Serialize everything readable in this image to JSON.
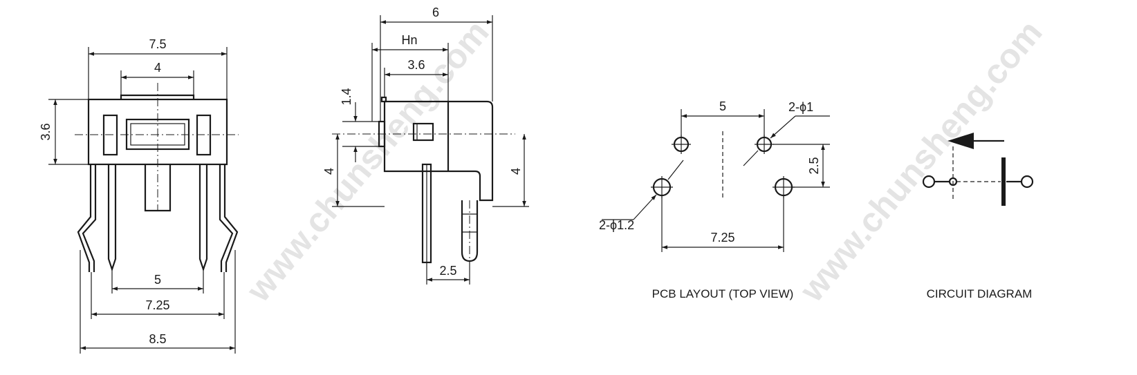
{
  "watermark": "www.chunsheng.com",
  "front_view": {
    "dim_width_total": "7.5",
    "dim_actuator_width": "4",
    "dim_height": "3.6",
    "dim_pin_pitch_inner": "5",
    "dim_pin_pitch_outer": "7.25",
    "dim_overall_width": "8.5"
  },
  "side_view": {
    "dim_depth": "6",
    "dim_actuator_travel": "Hn",
    "dim_body_offset": "3.6",
    "dim_actuator_height": "1.4",
    "dim_left_height": "4",
    "dim_right_height": "4",
    "dim_pin_spacing": "2.5"
  },
  "pcb_layout": {
    "dim_hole_pitch_top": "5",
    "dim_small_hole": "2-ϕ1",
    "dim_row_offset": "2.5",
    "dim_large_hole": "2-ϕ1.2",
    "dim_hole_pitch_bottom": "7.25",
    "caption": "PCB LAYOUT (TOP VIEW)"
  },
  "circuit": {
    "caption": "CIRCUIT DIAGRAM"
  }
}
